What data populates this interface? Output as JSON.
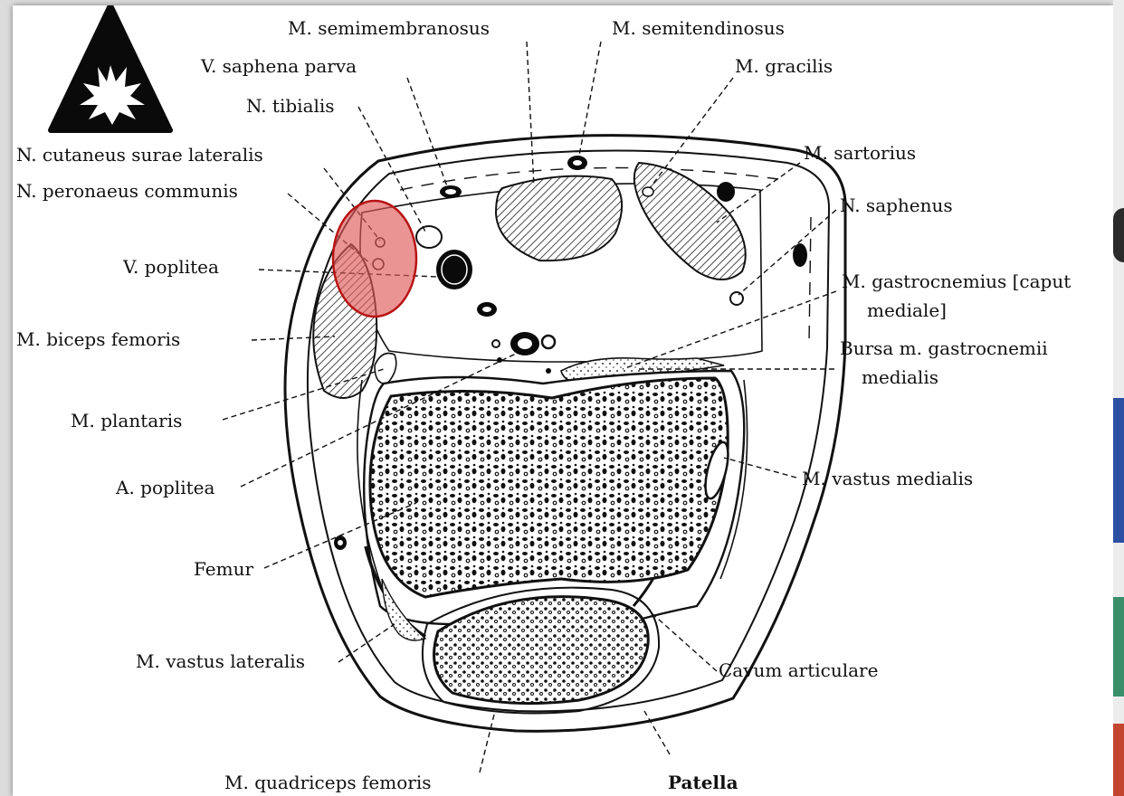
{
  "labels": {
    "semimembranosus": "M. semimembranosus",
    "semitendinosus": "M. semitendinosus",
    "saphena_parva": "V. saphena parva",
    "gracilis": "M. gracilis",
    "tibialis": "N. tibialis",
    "cutaneus": "N. cutaneus surae lateralis",
    "sartorius": "M. sartorius",
    "peronaeus": "N. peronaeus communis",
    "saphenus": "N. saphenus",
    "poplitea_v": "V. poplitea",
    "gastro_1": "M. gastrocnemius [caput",
    "gastro_2": "mediale]",
    "biceps": "M. biceps femoris",
    "bursa_1": "Bursa m. gastrocnemii",
    "bursa_2": "medialis",
    "plantaris": "M. plantaris",
    "vastus_medialis": "M. vastus medialis",
    "poplitea_a": "A. poplitea",
    "femur": "Femur",
    "vastus_lateralis": "M. vastus lateralis",
    "cavum": "Cavum articulare",
    "quadriceps": "M. quadriceps femoris",
    "patella": "Patella"
  },
  "warning_icon": "explosion-warning-icon",
  "colors": {
    "highlight_fill": "#e05a5a",
    "highlight_stroke": "#b81414",
    "ink": "#111111"
  }
}
